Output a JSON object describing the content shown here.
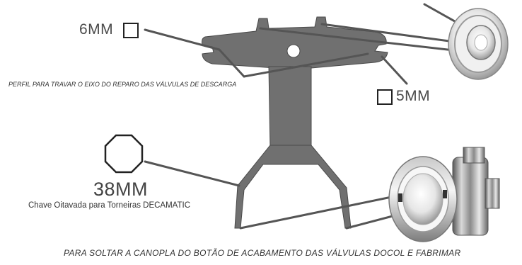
{
  "labels": {
    "size_6mm": "6MM",
    "size_5mm": "5MM",
    "size_38mm": "38MM",
    "profile_note": "PERFIL PARA TRAVAR O EIXO DO REPARO DAS VÁLVULAS DE DESCARGA",
    "octagonal_wrench": "Chave Oitavada para Torneiras DECAMATIC",
    "bottom_caption": "PARA SOLTAR A CANOPLA DO BOTÃO DE ACABAMENTO DAS VÁLVULAS DOCOL E FABRIMAR"
  },
  "colors": {
    "tool_fill": "#6f6f6f",
    "leader_line": "#555555",
    "chrome_light": "#f2f2f2",
    "chrome_dark": "#8a8a8a"
  },
  "icons": [
    "square-outline-icon",
    "octagon-outline-icon"
  ]
}
